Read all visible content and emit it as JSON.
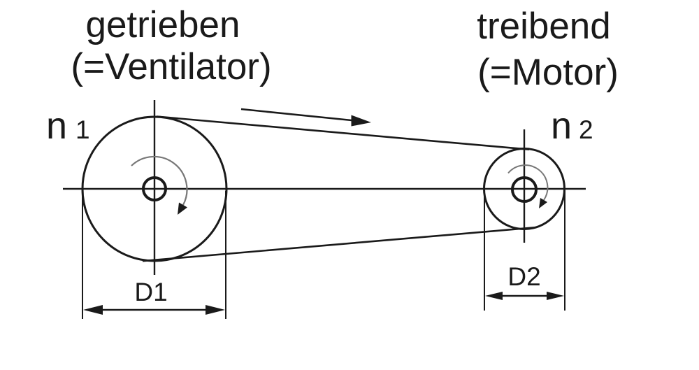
{
  "diagram": {
    "driven_pulley": {
      "caption_line1": "getrieben",
      "caption_line2": "(=Ventilator)",
      "speed_symbol": "n",
      "speed_index": "1",
      "diameter_label": "D1"
    },
    "driving_pulley": {
      "caption_line1": "treibend",
      "caption_line2": "(=Motor)",
      "speed_symbol": "n",
      "speed_index": "2",
      "diameter_label": "D2"
    },
    "icons": {
      "belt_direction_arrow": "arrow-right",
      "left_rotation_arrow": "clockwise-rotation-arc",
      "right_rotation_arrow": "clockwise-rotation-arc",
      "d1_dimension_arrows": "double-headed-horizontal-arrow",
      "d2_dimension_arrows": "double-headed-horizontal-arrow"
    },
    "colors": {
      "line": "#1a1a1a",
      "rotation_arc": "#777777",
      "background": "#ffffff"
    }
  }
}
